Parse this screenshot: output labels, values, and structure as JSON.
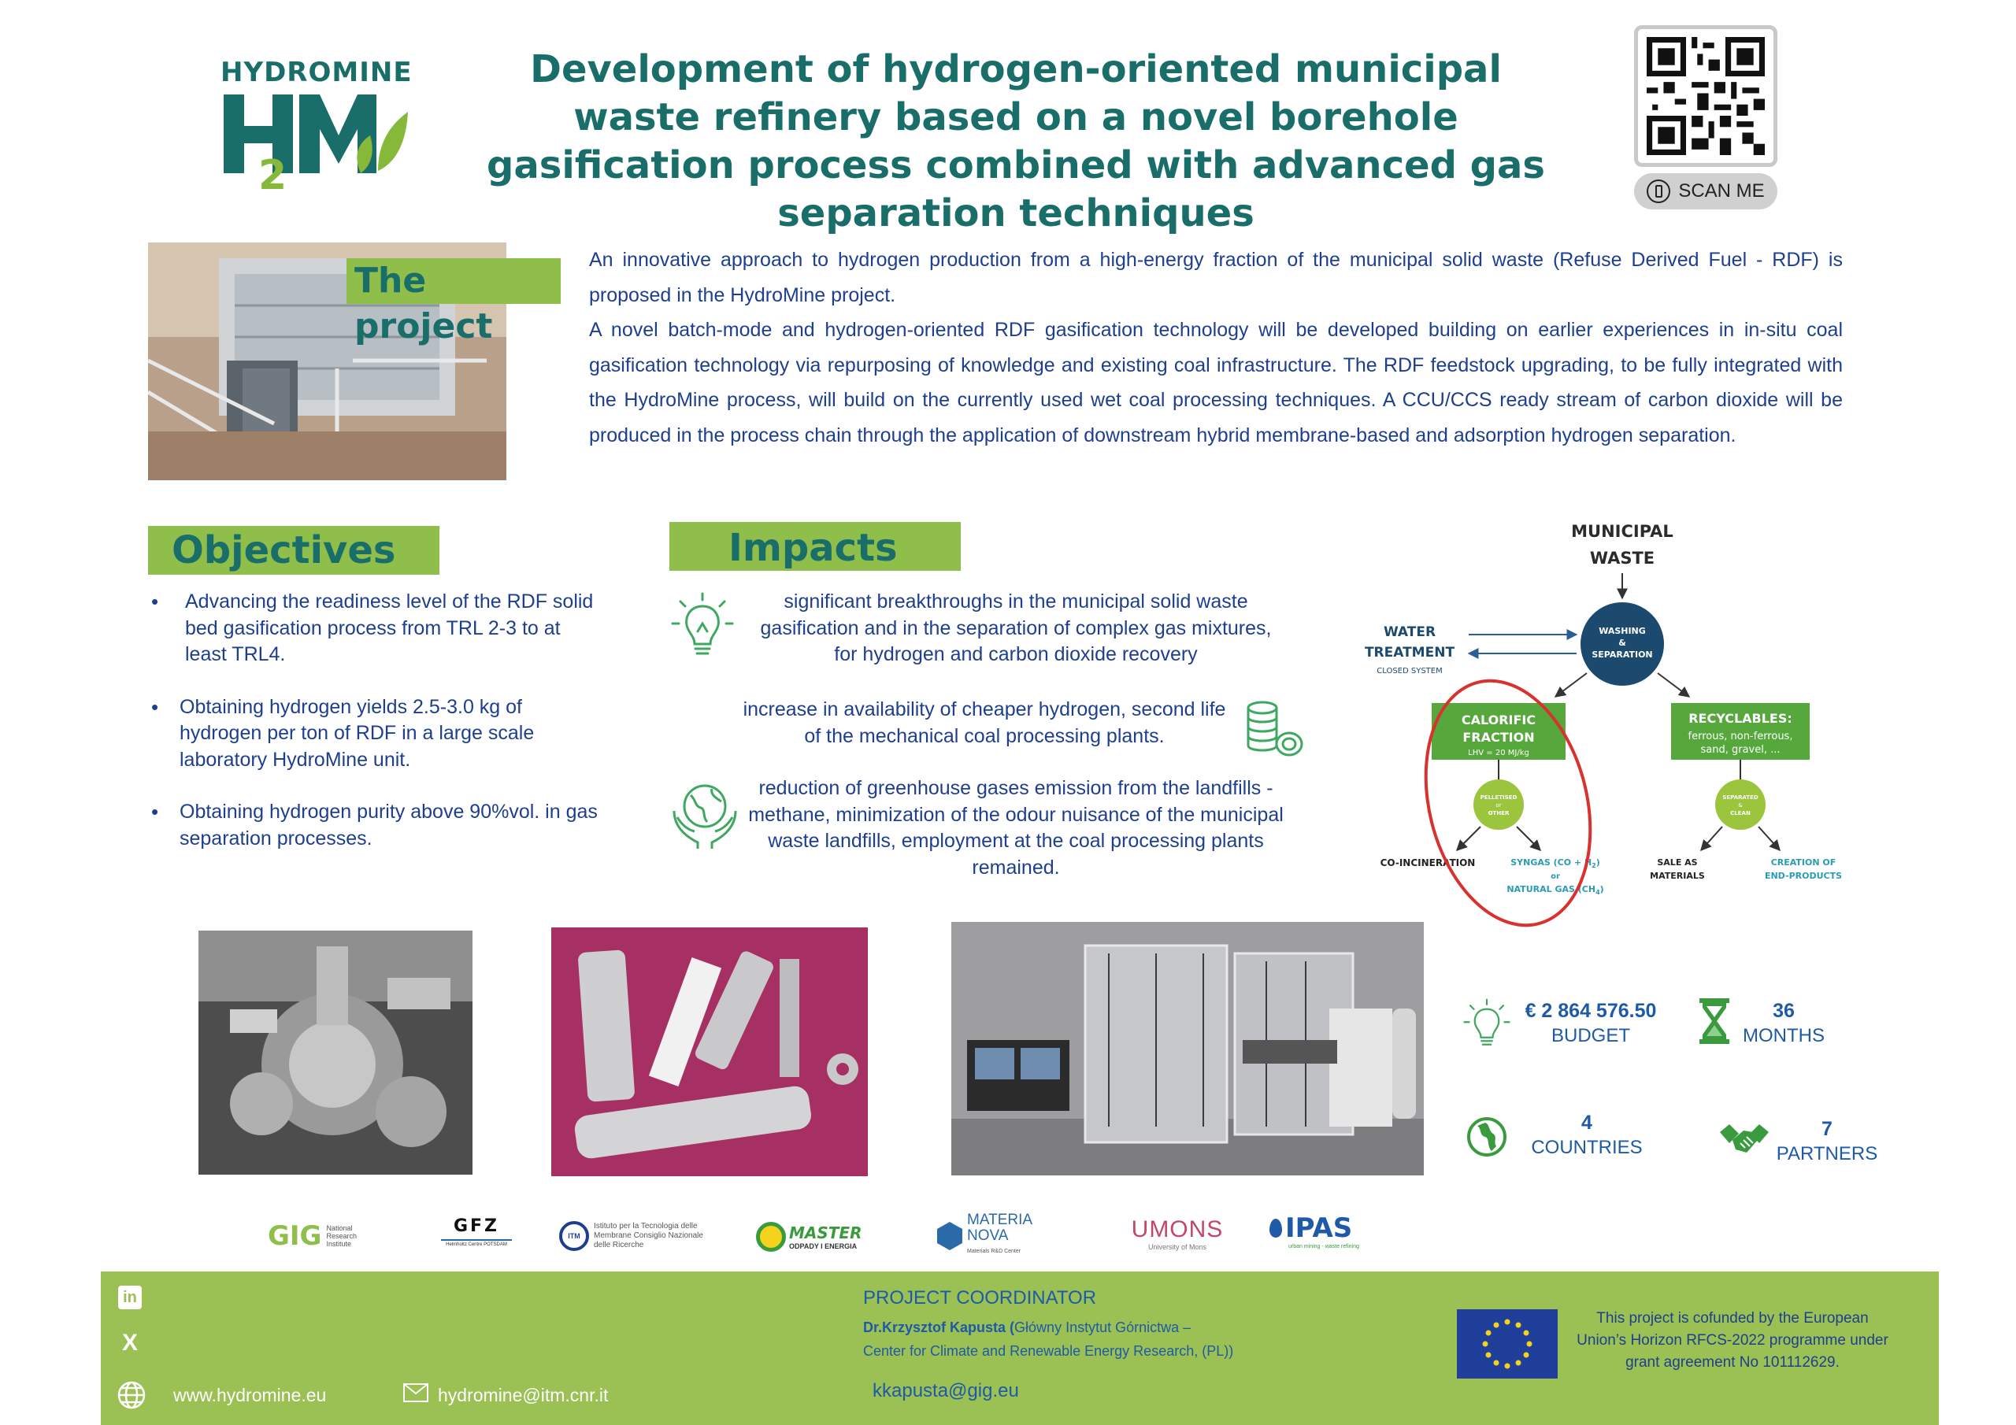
{
  "header": {
    "logo_word": "HYDROMINE",
    "logo_letters": "H2M",
    "title": "Development of hydrogen-oriented municipal waste refinery based on a novel borehole gasification process combined with advanced gas separation techniques",
    "qr_label": "SCAN ME"
  },
  "project": {
    "heading": "The project",
    "paragraph_1": "An innovative approach to hydrogen production from a high-energy fraction of the municipal solid waste (Refuse Derived Fuel - RDF) is proposed in the HydroMine project.",
    "paragraph_2": "A novel batch-mode and hydrogen-oriented RDF gasification technology will be developed building on earlier experiences in in-situ coal gasification technology via repurposing of knowledge and existing coal infrastructure. The RDF feedstock upgrading, to be fully integrated with the HydroMine process, will build on the currently used wet coal processing techniques. A CCU/CCS ready stream of carbon dioxide will be produced in the process chain through the application of downstream hybrid membrane-based  and adsorption hydrogen  separation."
  },
  "objectives": {
    "heading": "Objectives",
    "items": [
      "Advancing the readiness level of the RDF solid bed gasification process from TRL 2-3 to at least TRL4.",
      "Obtaining hydrogen yields 2.5-3.0 kg of hydrogen per ton of RDF in a large scale laboratory HydroMine unit.",
      "Obtaining hydrogen purity above 90%vol. in gas separation processes."
    ]
  },
  "impacts": {
    "heading": "Impacts",
    "items": [
      "significant breakthroughs in the municipal solid waste gasification and  in the separation of complex gas mixtures, for hydrogen and carbon dioxide recovery",
      "increase in availability of cheaper hydrogen, second life of the mechanical coal processing plants.",
      "reduction of greenhouse gases emission from the landfills - methane, minimization of the odour nuisance of the municipal waste landfills, employment at the coal processing plants remained."
    ],
    "icons": [
      "lightbulb-icon",
      "coins-icon",
      "earth-hands-icon"
    ]
  },
  "diagram": {
    "top": "MUNICIPAL WASTE",
    "water_treatment": "WATER TREATMENT",
    "closed_system": "CLOSED SYSTEM",
    "washing": "WASHING & SEPARATION",
    "calorific": "CALORIFIC FRACTION",
    "lhv": "LHV = 20 MJ/kg",
    "recyclables": "RECYCLABLES:",
    "recyclables_list": "ferrous, non-ferrous, sand, gravel, ...",
    "pelletised": "PELLETISED or OTHER",
    "separated": "SEPARATED & CLEAN",
    "co_incineration": "CO-INCINERATION",
    "syngas": "SYNGAS (CO + H2) or NATURAL GAS (CH4)",
    "sale": "SALE AS MATERIALS",
    "creation": "CREATION OF END-PRODUCTS",
    "colors": {
      "navy": "#1c4a6e",
      "green": "#86b83a",
      "teal": "#2a9bb5",
      "ring": "#d9322e"
    }
  },
  "stats": {
    "budget_value": "€ 2 864 576.50",
    "budget_label": "BUDGET",
    "months_value": "36",
    "months_label": "MONTHS",
    "countries_value": "4",
    "countries_label": "COUNTRIES",
    "partners_value": "7",
    "partners_label": "PARTNERS"
  },
  "partners": [
    {
      "name": "GIG",
      "sub": "National Research Institute"
    },
    {
      "name": "GFZ",
      "sub": "Helmholtz Centre POTSDAM"
    },
    {
      "name": "ITM",
      "sub": "Istituto per la Tecnologia delle Membrane Consiglio Nazionale delle Ricerche"
    },
    {
      "name": "MASTER",
      "sub": "ODPADY I ENERGIA"
    },
    {
      "name": "MATERIA NOVA",
      "sub": "Materials R&D Center"
    },
    {
      "name": "UMONS",
      "sub": "University of Mons"
    },
    {
      "name": "IPAS",
      "sub": "urban mining - waste refining"
    }
  ],
  "footer": {
    "website": "www.hydromine.eu",
    "email": "hydromine@itm.cnr.it",
    "coordinator_title": "PROJECT COORDINATOR",
    "coordinator_name": "Dr.Krzysztof Kapusta (",
    "coordinator_org": "Główny Instytut Górnictwa –",
    "coordinator_org2": "Center for Climate and Renewable Energy Research, (PL))",
    "coordinator_email": "kkapusta@gig.eu",
    "eu_text": "This project is cofunded by the European Union’s Horizon RFCS-2022 programme under grant agreement No 101112629."
  }
}
